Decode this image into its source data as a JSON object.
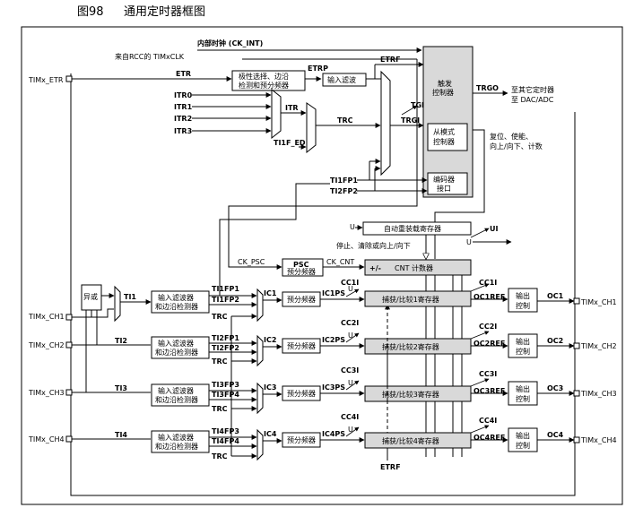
{
  "figure": {
    "number": "图98",
    "title": "通用定时器框图"
  },
  "signals": {
    "ck_int": "内部时钟 (CK_INT)",
    "timxclk": "来自RCC的 TIMxCLK",
    "etr": "ETR",
    "etrp": "ETRP",
    "etrf": "ETRF",
    "timx_etr": "TIMx_ETR",
    "itr0": "ITR0",
    "itr1": "ITR1",
    "itr2": "ITR2",
    "itr3": "ITR3",
    "itr": "ITR",
    "trc": "TRC",
    "tgi": "TGI",
    "trgi": "TRGI",
    "ti1f_ed": "TI1F_ED",
    "ti1fp1": "TI1FP1",
    "ti2fp2": "TI2FP2",
    "trgo": "TRGO",
    "to_other": "至其它定时器",
    "to_dac": "至 DAC/ADC",
    "reset_note_1": "复位、使能、",
    "reset_note_2": "向上/向下、计数",
    "u": "U",
    "ui": "UI",
    "stop_note": "停止、清除或向上/向下",
    "ck_psc": "CK_PSC",
    "ck_cnt": "CK_CNT",
    "plus_minus": "+/-",
    "xor": "异或",
    "ti1": "TI1",
    "ti2": "TI2",
    "ti3": "TI3",
    "ti4": "TI4",
    "ti1fp1b": "TI1FP1",
    "ti1fp2": "TI1FP2",
    "ti2fp1": "TI2FP1",
    "ti2fp2b": "TI2FP2",
    "ti3fp3": "TI3FP3",
    "ti3fp4": "TI3FP4",
    "ti4fp3": "TI4FP3",
    "ti4fp4": "TI4FP4",
    "ic1": "IC1",
    "ic2": "IC2",
    "ic3": "IC3",
    "ic4": "IC4",
    "ic1ps": "IC1PS",
    "ic2ps": "IC2PS",
    "ic3ps": "IC3PS",
    "ic4ps": "IC4PS",
    "cc1i": "CC1I",
    "cc2i": "CC2I",
    "cc3i": "CC3I",
    "cc4i": "CC4I",
    "oc1ref": "OC1REF",
    "oc2ref": "OC2REF",
    "oc3ref": "OC3REF",
    "oc4ref": "OC4REF",
    "oc1": "OC1",
    "oc2": "OC2",
    "oc3": "OC3",
    "oc4": "OC4",
    "timx_ch1": "TIMx_CH1",
    "timx_ch2": "TIMx_CH2",
    "timx_ch3": "TIMx_CH3",
    "timx_ch4": "TIMx_CH4",
    "etrf_bottom": "ETRF"
  },
  "blocks": {
    "polarity_1": "极性选择、边沿",
    "polarity_2": "检测和预分频器",
    "input_filter": "输入滤波",
    "trigger_1": "触发",
    "trigger_2": "控制器",
    "slave_1": "从模式",
    "slave_2": "控制器",
    "encoder_1": "编码器",
    "encoder_2": "接口",
    "autoreload": "自动重装载寄存器",
    "psc": "PSC",
    "psc_sub": "预分频器",
    "cnt": "CNT 计数器",
    "filt_1": "输入滤波器",
    "filt_2": "和边沿检测器",
    "prescaler": "预分频器",
    "cap1": "捕获/比较1寄存器",
    "cap2": "捕获/比较2寄存器",
    "cap3": "捕获/比较3寄存器",
    "cap4": "捕获/比较4寄存器",
    "out_1": "输出",
    "out_2": "控制"
  }
}
